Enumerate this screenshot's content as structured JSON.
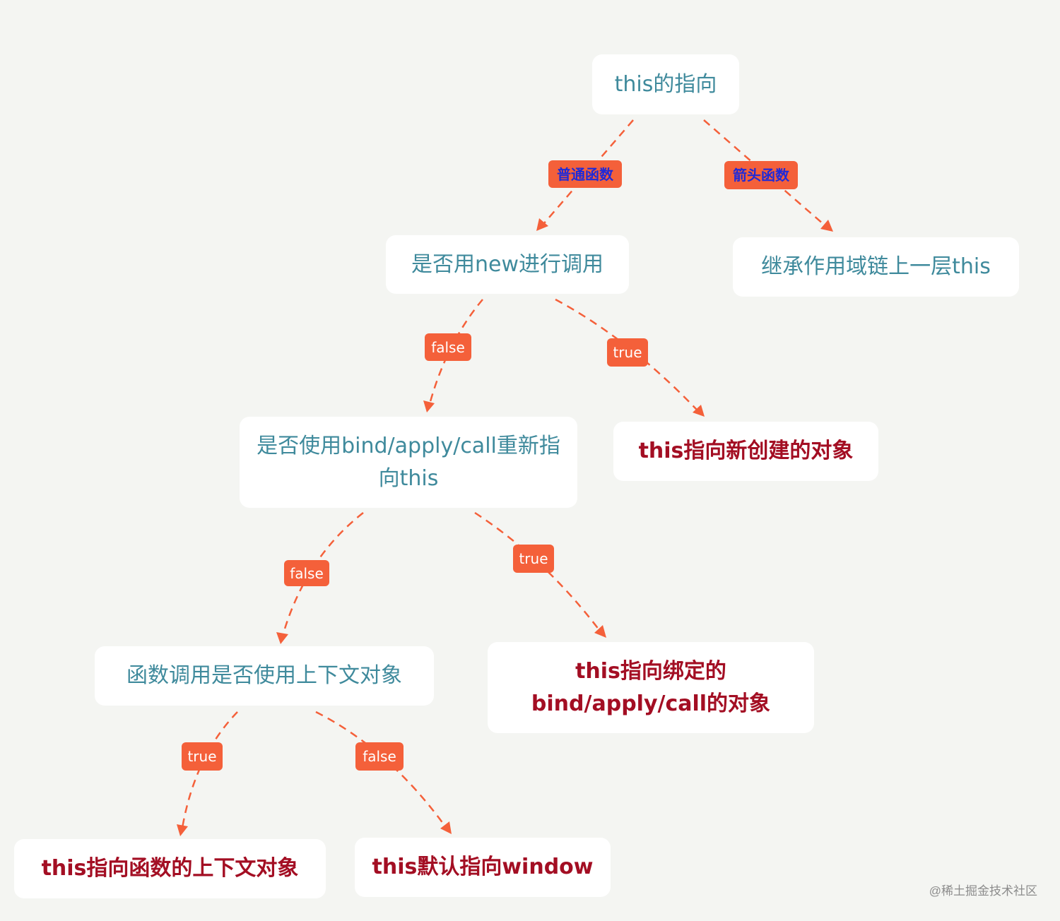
{
  "colors": {
    "background": "#f4f5f2",
    "node_background": "#ffffff",
    "question_text": "#3f8a9c",
    "result_text": "#a30e23",
    "edge": "#f4603a",
    "label_background": "#f4603a",
    "label_text": "#ffffff",
    "kind_label_text": "#1f2ad8"
  },
  "nodes": {
    "root": "this的指向",
    "new_check": "是否用new进行调用",
    "arrow_result": "继承作用域链上一层this",
    "bind_check": "是否使用bind/apply/call重新指向this",
    "new_result": "this指向新创建的对象",
    "context_check": "函数调用是否使用上下文对象",
    "bind_result": "this指向绑定的bind/apply/call的对象",
    "context_result": "this指向函数的上下文对象",
    "default_result": "this默认指向window"
  },
  "labels": {
    "normal_function": "普通函数",
    "arrow_function": "箭头函数",
    "new_false": "false",
    "new_true": "true",
    "bind_false": "false",
    "bind_true": "true",
    "context_true": "true",
    "context_false": "false"
  },
  "watermark": "@稀土掘金技术社区"
}
